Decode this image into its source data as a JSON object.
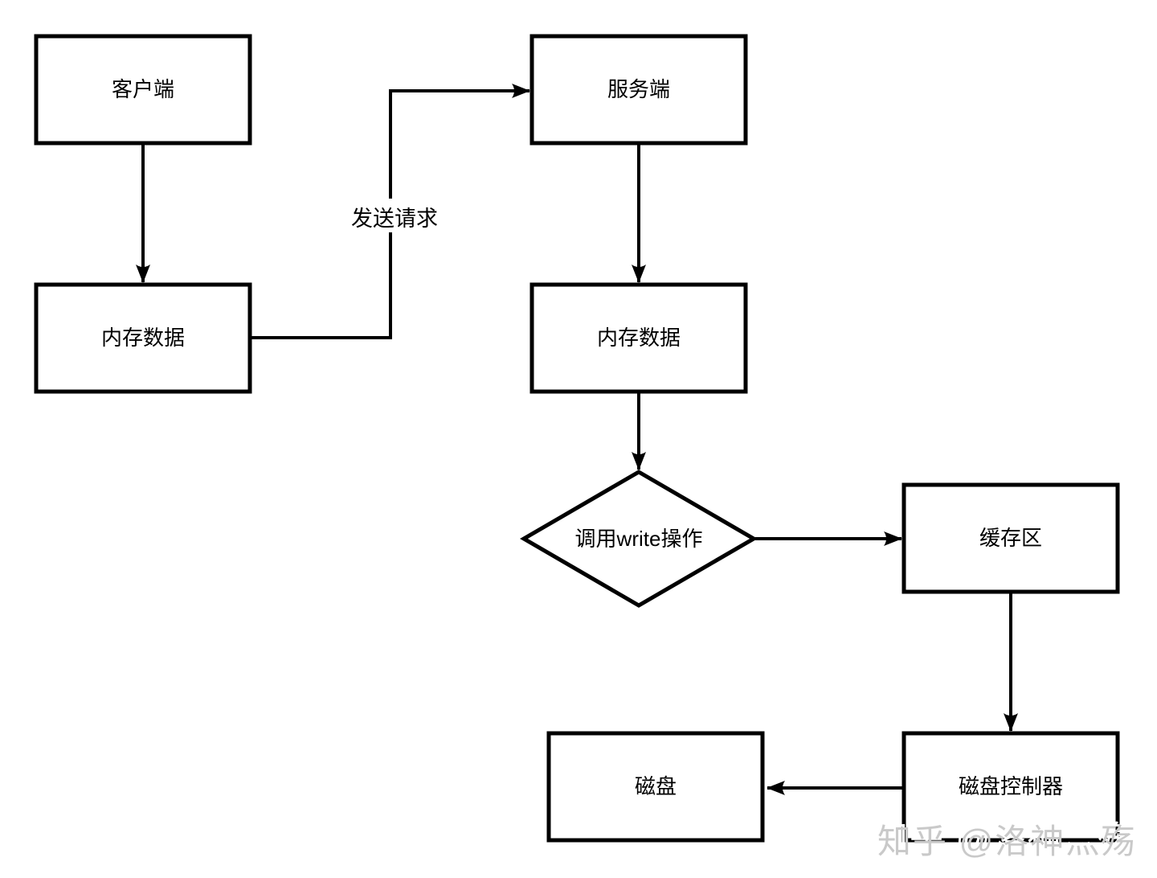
{
  "diagram": {
    "nodes": {
      "client": {
        "label": "客户端"
      },
      "server": {
        "label": "服务端"
      },
      "memory_client": {
        "label": "内存数据"
      },
      "memory_server": {
        "label": "内存数据"
      },
      "write_call": {
        "label": "调用write操作"
      },
      "buffer": {
        "label": "缓存区"
      },
      "disk_controller": {
        "label": "磁盘控制器"
      },
      "disk": {
        "label": "磁盘"
      }
    },
    "edge_labels": {
      "send_request": "发送请求"
    },
    "colors": {
      "stroke": "#000000",
      "node_fill": "#ffffff",
      "text": "#000000",
      "watermark": "#c9c9c9"
    }
  },
  "watermark": {
    "text": "知乎 @洛神灬殇"
  }
}
